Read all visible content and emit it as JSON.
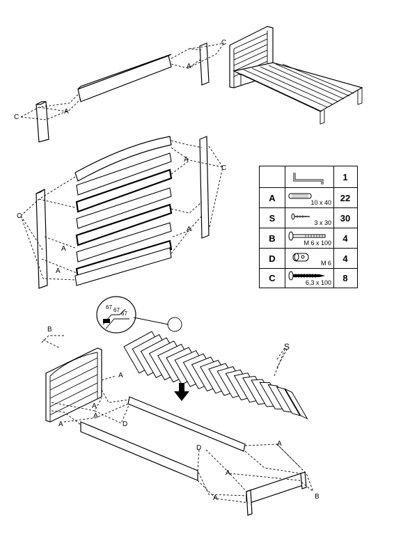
{
  "labels": {
    "A": "A",
    "B": "B",
    "C": "C",
    "D": "D",
    "S": "S"
  },
  "parts_table": {
    "header_qty": "1",
    "rows": [
      {
        "code": "A",
        "size": "10 x 40",
        "qty": "22",
        "icon": "dowel-icon"
      },
      {
        "code": "S",
        "size": "3 x 30",
        "qty": "30",
        "icon": "small-screw-icon"
      },
      {
        "code": "B",
        "size": "M 6 x 100",
        "qty": "4",
        "icon": "bolt-icon"
      },
      {
        "code": "D",
        "size": "M 6",
        "qty": "4",
        "icon": "barrel-nut-icon"
      },
      {
        "code": "C",
        "size": "6,3 x 100",
        "qty": "8",
        "icon": "wood-screw-icon"
      }
    ],
    "header_icon": "allen-key-icon"
  },
  "detail_dims": [
    "67",
    "67",
    "67"
  ]
}
